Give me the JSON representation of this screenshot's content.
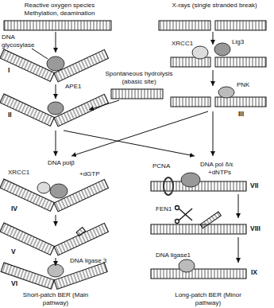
{
  "diagram": {
    "labels": [
      "Reactive oxygen species Methylation, deamination",
      "X-rays (single stranded break)",
      "Spontaneous hydrolysis (abasic site)",
      "DNA glycosylase",
      "I",
      "XRCC1",
      "Lig3",
      "PNK",
      "III",
      "APE1",
      "II",
      "DNA polβ",
      "XRCC1",
      "+dGTP",
      "IV",
      "V",
      "DNA ligase 3",
      "VI",
      "Short-patch BER (Main pathway)",
      "PCNA",
      "DNA pol δ/ε",
      "+dNTPs",
      "VII",
      "FEN1",
      "VIII",
      "DNA ligase1",
      "IX",
      "Long-patch BER (Minor pathway)"
    ]
  }
}
